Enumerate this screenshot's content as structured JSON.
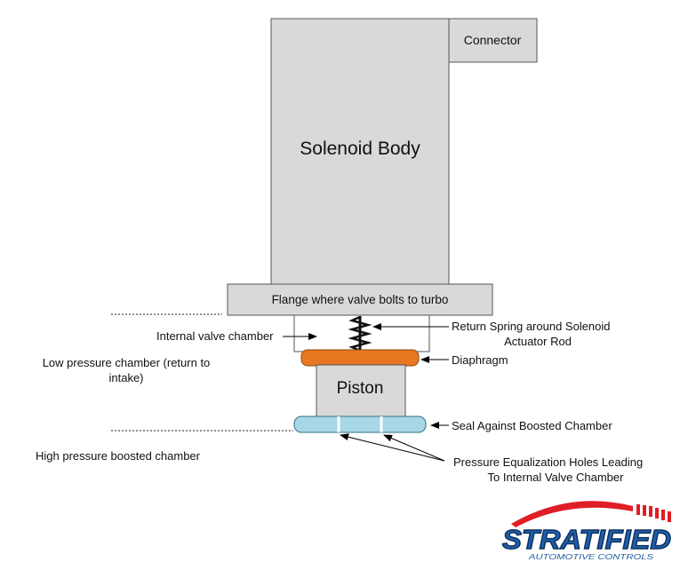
{
  "diagram": {
    "solenoid_body": "Solenoid Body",
    "connector": "Connector",
    "flange": "Flange where valve bolts to turbo",
    "internal_valve_chamber": "Internal valve chamber",
    "return_spring": {
      "line1": "Return Spring around Solenoid",
      "line2": "Actuator Rod"
    },
    "diaphragm": "Diaphragm",
    "piston": "Piston",
    "seal": "Seal Against Boosted Chamber",
    "low_pressure_chamber": {
      "line1": "Low pressure chamber (return to",
      "line2": "intake)"
    },
    "high_pressure_chamber": "High pressure boosted chamber",
    "equalization_holes": {
      "line1": "Pressure Equalization Holes Leading",
      "line2": "To Internal Valve Chamber"
    }
  },
  "logo": {
    "brand": "STRATIFIED",
    "tagline": "AUTOMOTIVE CONTROLS"
  },
  "colors": {
    "body_fill": "#d9d9d9",
    "diaphragm": "#e87722",
    "seal": "#a8d8e6",
    "logo_blue": "#1f5fa8",
    "logo_red": "#e01e26"
  }
}
